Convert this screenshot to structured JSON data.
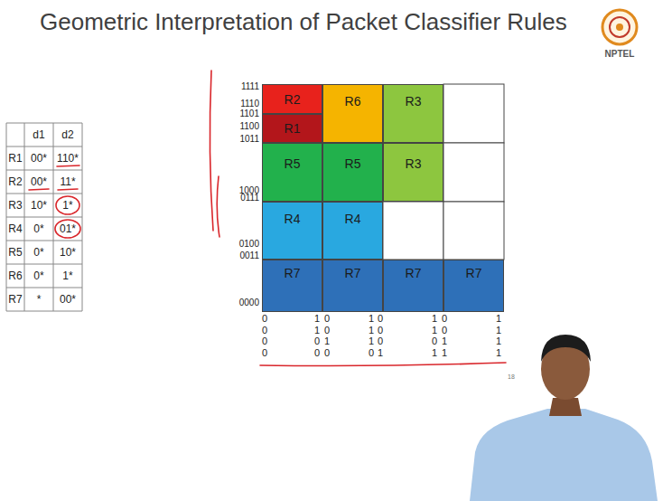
{
  "diagram": {
    "title": "Geometric Interpretation of Packet Classifier Rules",
    "nodes": [
      {
        "text": [
          "R2"
        ]
      },
      {
        "text": [
          "R6"
        ]
      },
      {
        "text": [
          "R3"
        ]
      },
      {
        "text": [
          "R1"
        ]
      },
      {
        "text": [
          "R5"
        ]
      },
      {
        "text": [
          "R5"
        ]
      },
      {
        "text": [
          "R3"
        ]
      },
      {
        "text": [
          "R4"
        ]
      },
      {
        "text": [
          "R4"
        ]
      },
      {
        "text": [
          "R7"
        ]
      },
      {
        "text": [
          "R7"
        ]
      },
      {
        "text": [
          "R7"
        ]
      },
      {
        "text": [
          "R7"
        ]
      }
    ],
    "labels": [
      "NPTEL",
      "d1",
      "d2",
      "R1",
      "00*",
      "110*",
      "R2",
      "00*",
      "11*",
      "R3",
      "10*",
      "1*",
      "R4",
      "0*",
      "01*",
      "R5",
      "0*",
      "10*",
      "R6",
      "0*",
      "1*",
      "R7",
      "*",
      "00*",
      "1111",
      "1110",
      "1101",
      "1100",
      "1011",
      "1000",
      "0111",
      "0100",
      "0011",
      "0000",
      "0 0 0 0",
      "1 1 0 0",
      "0 0 1 0",
      "1 1 1 0",
      "0 0 0 1",
      "1 1 0 1",
      "0 0 1 1",
      "1 1 1 1",
      "18"
    ]
  }
}
